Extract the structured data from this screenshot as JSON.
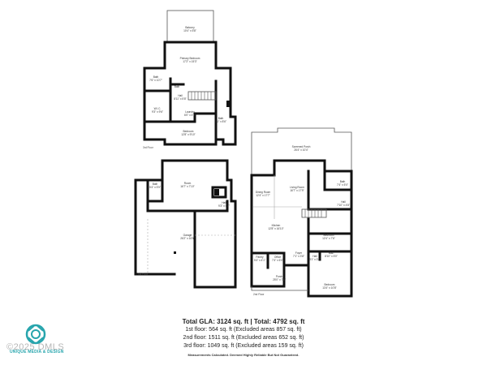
{
  "colors": {
    "wall": "#111111",
    "brand": "#27a5ad",
    "text": "#222222"
  },
  "floors": {
    "third": {
      "label": "3rd Floor",
      "rooms": {
        "balcony": {
          "name": "Balcony",
          "dims": "10'4\" x 5'8\""
        },
        "primary_bedroom": {
          "name": "Primary Bedroom",
          "dims": "17'2\" x 15'3\""
        },
        "bath_a": {
          "name": "Bath",
          "dims": "7'6\" x 10'7\""
        },
        "hall": {
          "name": "Hall",
          "dims": "8'11\" x 5'8\""
        },
        "bath_b": {
          "name": "Bath",
          "dims": ""
        },
        "w_i_c": {
          "name": "W.I.C.",
          "dims": "9'3\" x 9'6\""
        },
        "laundry": {
          "name": "Laundry",
          "dims": "6'0\" x 4'1\""
        },
        "bath_c": {
          "name": "Bath",
          "dims": "7'1\" x 8'6\""
        },
        "bedroom": {
          "name": "Bedroom",
          "dims": "12'8\" x 9'10\""
        }
      }
    },
    "first": {
      "label": "1st Floor",
      "rooms": {
        "room": {
          "name": "Room",
          "dims": "16'7\" x 7'10\""
        },
        "bath": {
          "name": "Bath",
          "dims": "5'4\" x 5'5\""
        },
        "hall": {
          "name": "Hall",
          "dims": "9'3\" x 5'7\""
        },
        "garage": {
          "name": "Garage",
          "dims": "26'2\" x 16'5\""
        }
      }
    },
    "second": {
      "label": "2nd Floor",
      "rooms": {
        "screened_porch": {
          "name": "Screened Porch",
          "dims": "26'4\" x 10'4\""
        },
        "living_room": {
          "name": "Living Room",
          "dims": "16'7\" x 17'9\""
        },
        "dining_room": {
          "name": "Dining Room",
          "dims": "12'4\" x 17'7\""
        },
        "bath": {
          "name": "Bath",
          "dims": "7'4\" x 5'0\""
        },
        "hall": {
          "name": "Hall",
          "dims": "7'10\" x 4'8\""
        },
        "kitchen": {
          "name": "Kitchen",
          "dims": "12'8\" x 16'10\""
        },
        "bedroom_a": {
          "name": "Bedroom",
          "dims": "12'4\" x 7'6\""
        },
        "pantry": {
          "name": "Pantry",
          "dims": "5'4\" x 4'1\""
        },
        "office": {
          "name": "Office",
          "dims": "7'4\" x 6'0\""
        },
        "foyer": {
          "name": "Foyer",
          "dims": "7'1\" x 3'8\""
        },
        "hall_b": {
          "name": "Hall",
          "dims": "3'1\" x 3'8\""
        },
        "bath_b": {
          "name": "Bath",
          "dims": "8'10\" x 5'0\""
        },
        "porch": {
          "name": "Porch",
          "dims": "25'0\" x 7'8\""
        },
        "bedroom_b": {
          "name": "Bedroom",
          "dims": "13'4\" x 10'8\""
        }
      }
    }
  },
  "summary": "Total GLA: 3124 sq. ft | Total: 4792 sq. ft",
  "floor_lines": [
    "1st floor: 564 sq. ft (Excluded areas 857 sq. ft)",
    "2nd floor: 1511 sq. ft (Excluded areas 652 sq. ft)",
    "3rd floor: 1049 sq. ft (Excluded areas 159 sq. ft)"
  ],
  "disclaimer": "Measurements Calculated. Deemed Highly Reliable But Not Guaranteed.",
  "logo": {
    "name": "UNIQUE MEDIA & DESIGN",
    "icon": "camera-aperture-icon"
  },
  "watermark": "©2025 DMLS"
}
